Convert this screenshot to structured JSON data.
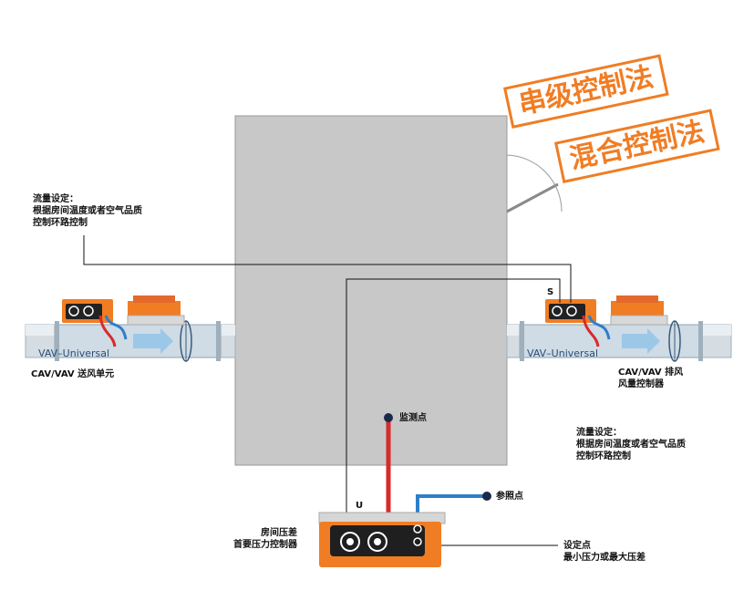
{
  "stamps": {
    "cascade": "串级控制法",
    "mixed": "混合控制法"
  },
  "left_unit": {
    "duct_label": "VAV–Universal",
    "caption": "CAV/VAV 送风单元",
    "flow_setting": [
      "流量设定：",
      "根据房间温度或者空气品质",
      "控制环路控制"
    ]
  },
  "right_unit": {
    "duct_label": "VAV–Universal",
    "caption": [
      "CAV/VAV 排风",
      "风量控制器"
    ],
    "terminal": "S",
    "flow_setting": [
      "流量设定：",
      "根据房间温度或者空气品质",
      "控制环路控制"
    ]
  },
  "points": {
    "monitor": "监测点",
    "reference": "参照点"
  },
  "pressure_controller": {
    "caption": [
      "房间压差",
      "首要压力控制器"
    ],
    "terminal": "U"
  },
  "setpoint": [
    "设定点",
    "最小压力或最大压差"
  ],
  "colors": {
    "room": "#c8c8c8",
    "orange": "#f07d24",
    "red_tube": "#d92a2a",
    "blue_tube": "#2e7fc9",
    "duct": "#cfd8de"
  }
}
